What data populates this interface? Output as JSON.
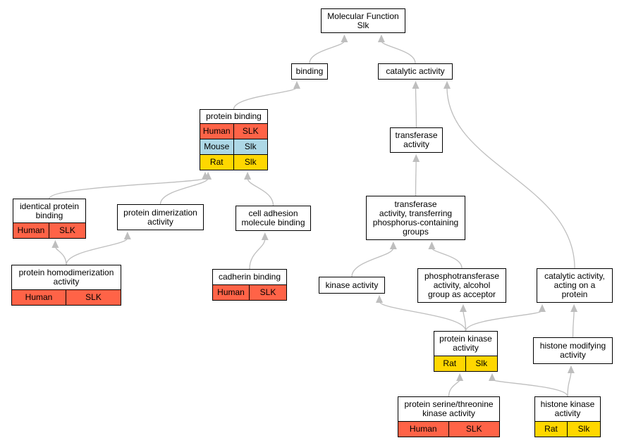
{
  "colors": {
    "human": "#ff6347",
    "mouse": "#add8e6",
    "rat": "#ffd700",
    "edge": "#bebebe",
    "border": "#000000",
    "background": "#ffffff"
  },
  "nodes": {
    "molecular_function": {
      "label": "Molecular Function\nSlk",
      "annotations": []
    },
    "binding": {
      "label": "binding",
      "annotations": []
    },
    "catalytic_activity": {
      "label": "catalytic activity",
      "annotations": []
    },
    "protein_binding": {
      "label": "protein binding",
      "annotations": [
        {
          "species": "Human",
          "gene": "SLK",
          "color": "human"
        },
        {
          "species": "Mouse",
          "gene": "Slk",
          "color": "mouse"
        },
        {
          "species": "Rat",
          "gene": "Slk",
          "color": "rat"
        }
      ]
    },
    "transferase_activity": {
      "label": "transferase\nactivity",
      "annotations": []
    },
    "identical_protein_binding": {
      "label": "identical protein\nbinding",
      "annotations": [
        {
          "species": "Human",
          "gene": "SLK",
          "color": "human"
        }
      ]
    },
    "protein_dimerization_activity": {
      "label": "protein dimerization\nactivity",
      "annotations": []
    },
    "cell_adhesion_molecule_binding": {
      "label": "cell adhesion\nmolecule binding",
      "annotations": []
    },
    "transferase_phosphorus": {
      "label": "transferase\nactivity, transferring\nphosphorus-containing\ngroups",
      "annotations": []
    },
    "protein_homodimerization_activity": {
      "label": "protein homodimerization\nactivity",
      "annotations": [
        {
          "species": "Human",
          "gene": "SLK",
          "color": "human"
        }
      ]
    },
    "cadherin_binding": {
      "label": "cadherin binding",
      "annotations": [
        {
          "species": "Human",
          "gene": "SLK",
          "color": "human"
        }
      ]
    },
    "kinase_activity": {
      "label": "kinase activity",
      "annotations": []
    },
    "phosphotransferase_alcohol": {
      "label": "phosphotransferase\nactivity, alcohol\ngroup as acceptor",
      "annotations": []
    },
    "catalytic_acting_on_protein": {
      "label": "catalytic activity,\nacting on a\nprotein",
      "annotations": []
    },
    "protein_kinase_activity": {
      "label": "protein kinase\nactivity",
      "annotations": [
        {
          "species": "Rat",
          "gene": "Slk",
          "color": "rat"
        }
      ]
    },
    "histone_modifying_activity": {
      "label": "histone modifying\nactivity",
      "annotations": []
    },
    "protein_ser_thr_kinase": {
      "label": "protein serine/threonine\nkinase activity",
      "annotations": [
        {
          "species": "Human",
          "gene": "SLK",
          "color": "human"
        }
      ]
    },
    "histone_kinase_activity": {
      "label": "histone kinase\nactivity",
      "annotations": [
        {
          "species": "Rat",
          "gene": "Slk",
          "color": "rat"
        }
      ]
    }
  },
  "edges": [
    [
      "binding",
      "molecular_function"
    ],
    [
      "catalytic_activity",
      "molecular_function"
    ],
    [
      "protein_binding",
      "binding"
    ],
    [
      "transferase_activity",
      "catalytic_activity"
    ],
    [
      "catalytic_acting_on_protein",
      "catalytic_activity"
    ],
    [
      "identical_protein_binding",
      "protein_binding"
    ],
    [
      "protein_dimerization_activity",
      "protein_binding"
    ],
    [
      "cell_adhesion_molecule_binding",
      "protein_binding"
    ],
    [
      "transferase_phosphorus",
      "transferase_activity"
    ],
    [
      "protein_homodimerization_activity",
      "identical_protein_binding"
    ],
    [
      "protein_homodimerization_activity",
      "protein_dimerization_activity"
    ],
    [
      "cadherin_binding",
      "cell_adhesion_molecule_binding"
    ],
    [
      "kinase_activity",
      "transferase_phosphorus"
    ],
    [
      "phosphotransferase_alcohol",
      "transferase_phosphorus"
    ],
    [
      "protein_kinase_activity",
      "kinase_activity"
    ],
    [
      "protein_kinase_activity",
      "phosphotransferase_alcohol"
    ],
    [
      "protein_kinase_activity",
      "catalytic_acting_on_protein"
    ],
    [
      "histone_modifying_activity",
      "catalytic_acting_on_protein"
    ],
    [
      "protein_ser_thr_kinase",
      "protein_kinase_activity"
    ],
    [
      "histone_kinase_activity",
      "protein_kinase_activity"
    ],
    [
      "histone_kinase_activity",
      "histone_modifying_activity"
    ]
  ]
}
